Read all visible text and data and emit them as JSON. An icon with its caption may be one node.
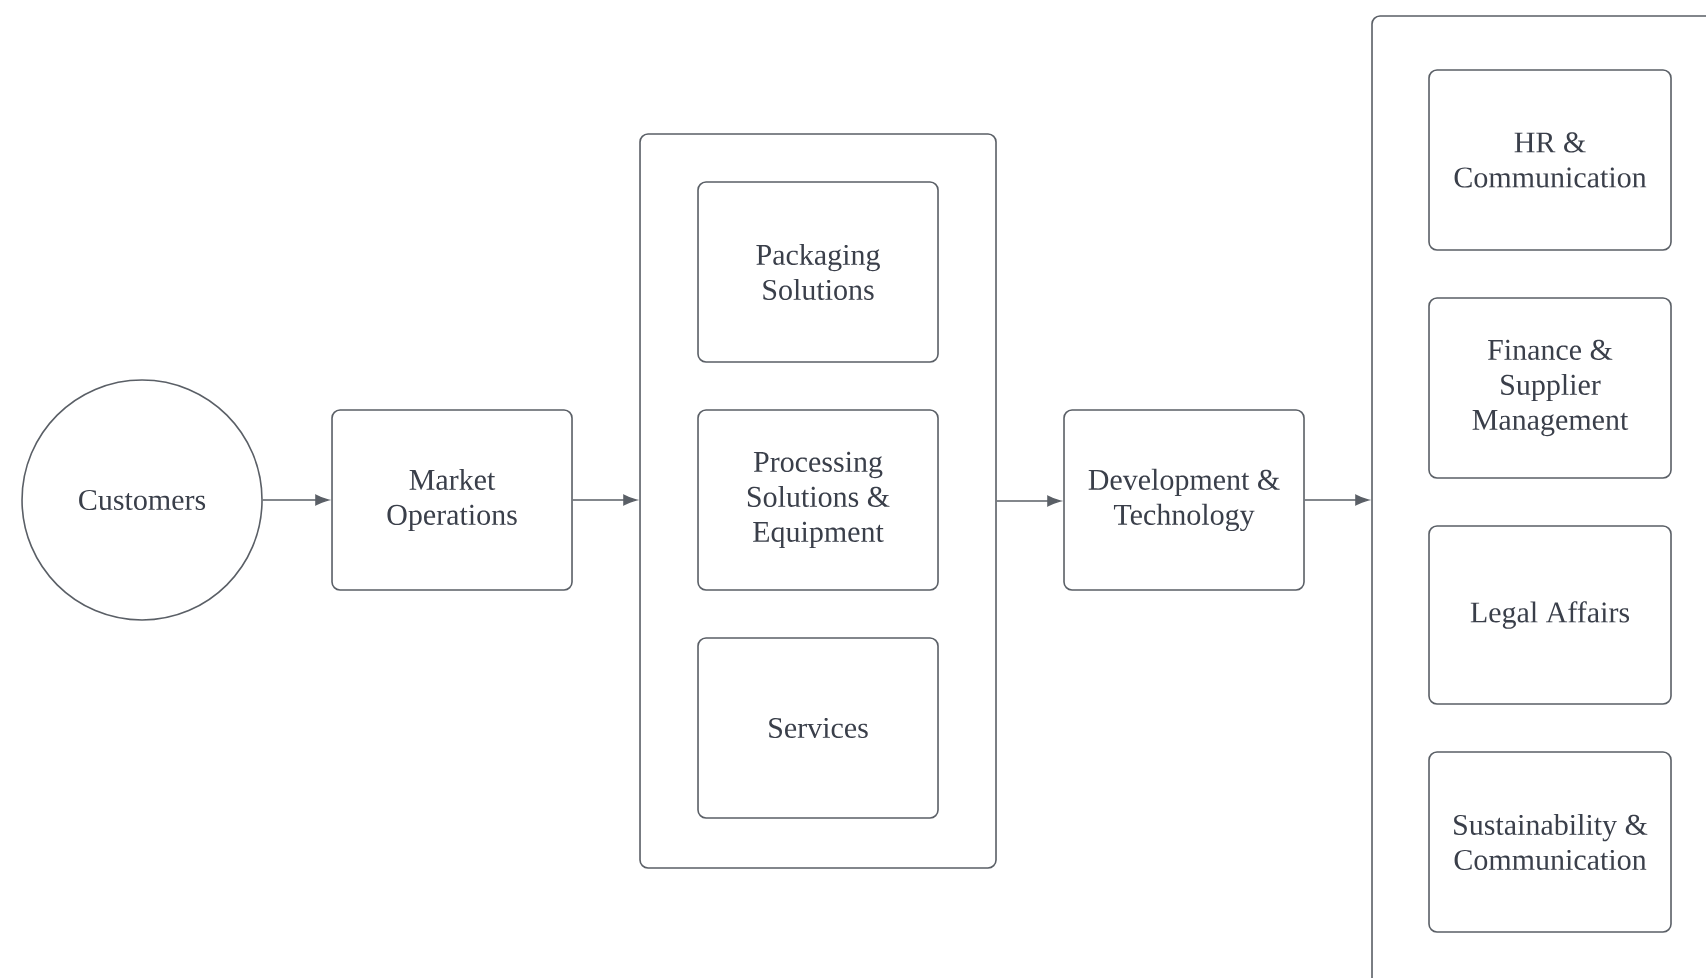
{
  "diagram": {
    "nodes": [
      {
        "text": [
          "Customers"
        ]
      },
      {
        "text": [
          "Market Operations"
        ]
      },
      {
        "text": [],
        "shape": "box"
      },
      {
        "text": [
          "Packaging Solutions"
        ],
        "in": 2
      },
      {
        "text": [
          "Processing Solutions & Equipment"
        ],
        "in": 2
      },
      {
        "text": [
          "Services"
        ],
        "in": 2
      },
      {
        "text": [
          "Development & Technology"
        ]
      },
      {
        "text": [],
        "shape": "box"
      },
      {
        "text": [
          "HR & Communication"
        ],
        "in": 7
      },
      {
        "text": [
          "Finance & Supplier Management"
        ],
        "in": 7
      },
      {
        "text": [
          "Legal Affairs"
        ],
        "in": 7
      },
      {
        "text": [
          "Sustainability & Communication"
        ],
        "in": 7
      }
    ],
    "edges": [
      {
        "from": 0,
        "to": 1,
        "arrow": "to"
      },
      {
        "from": 1,
        "to": 2,
        "arrow": "to"
      },
      {
        "from": 2,
        "to": 6,
        "arrow": "to"
      },
      {
        "from": 6,
        "to": 7,
        "arrow": "to"
      }
    ]
  }
}
